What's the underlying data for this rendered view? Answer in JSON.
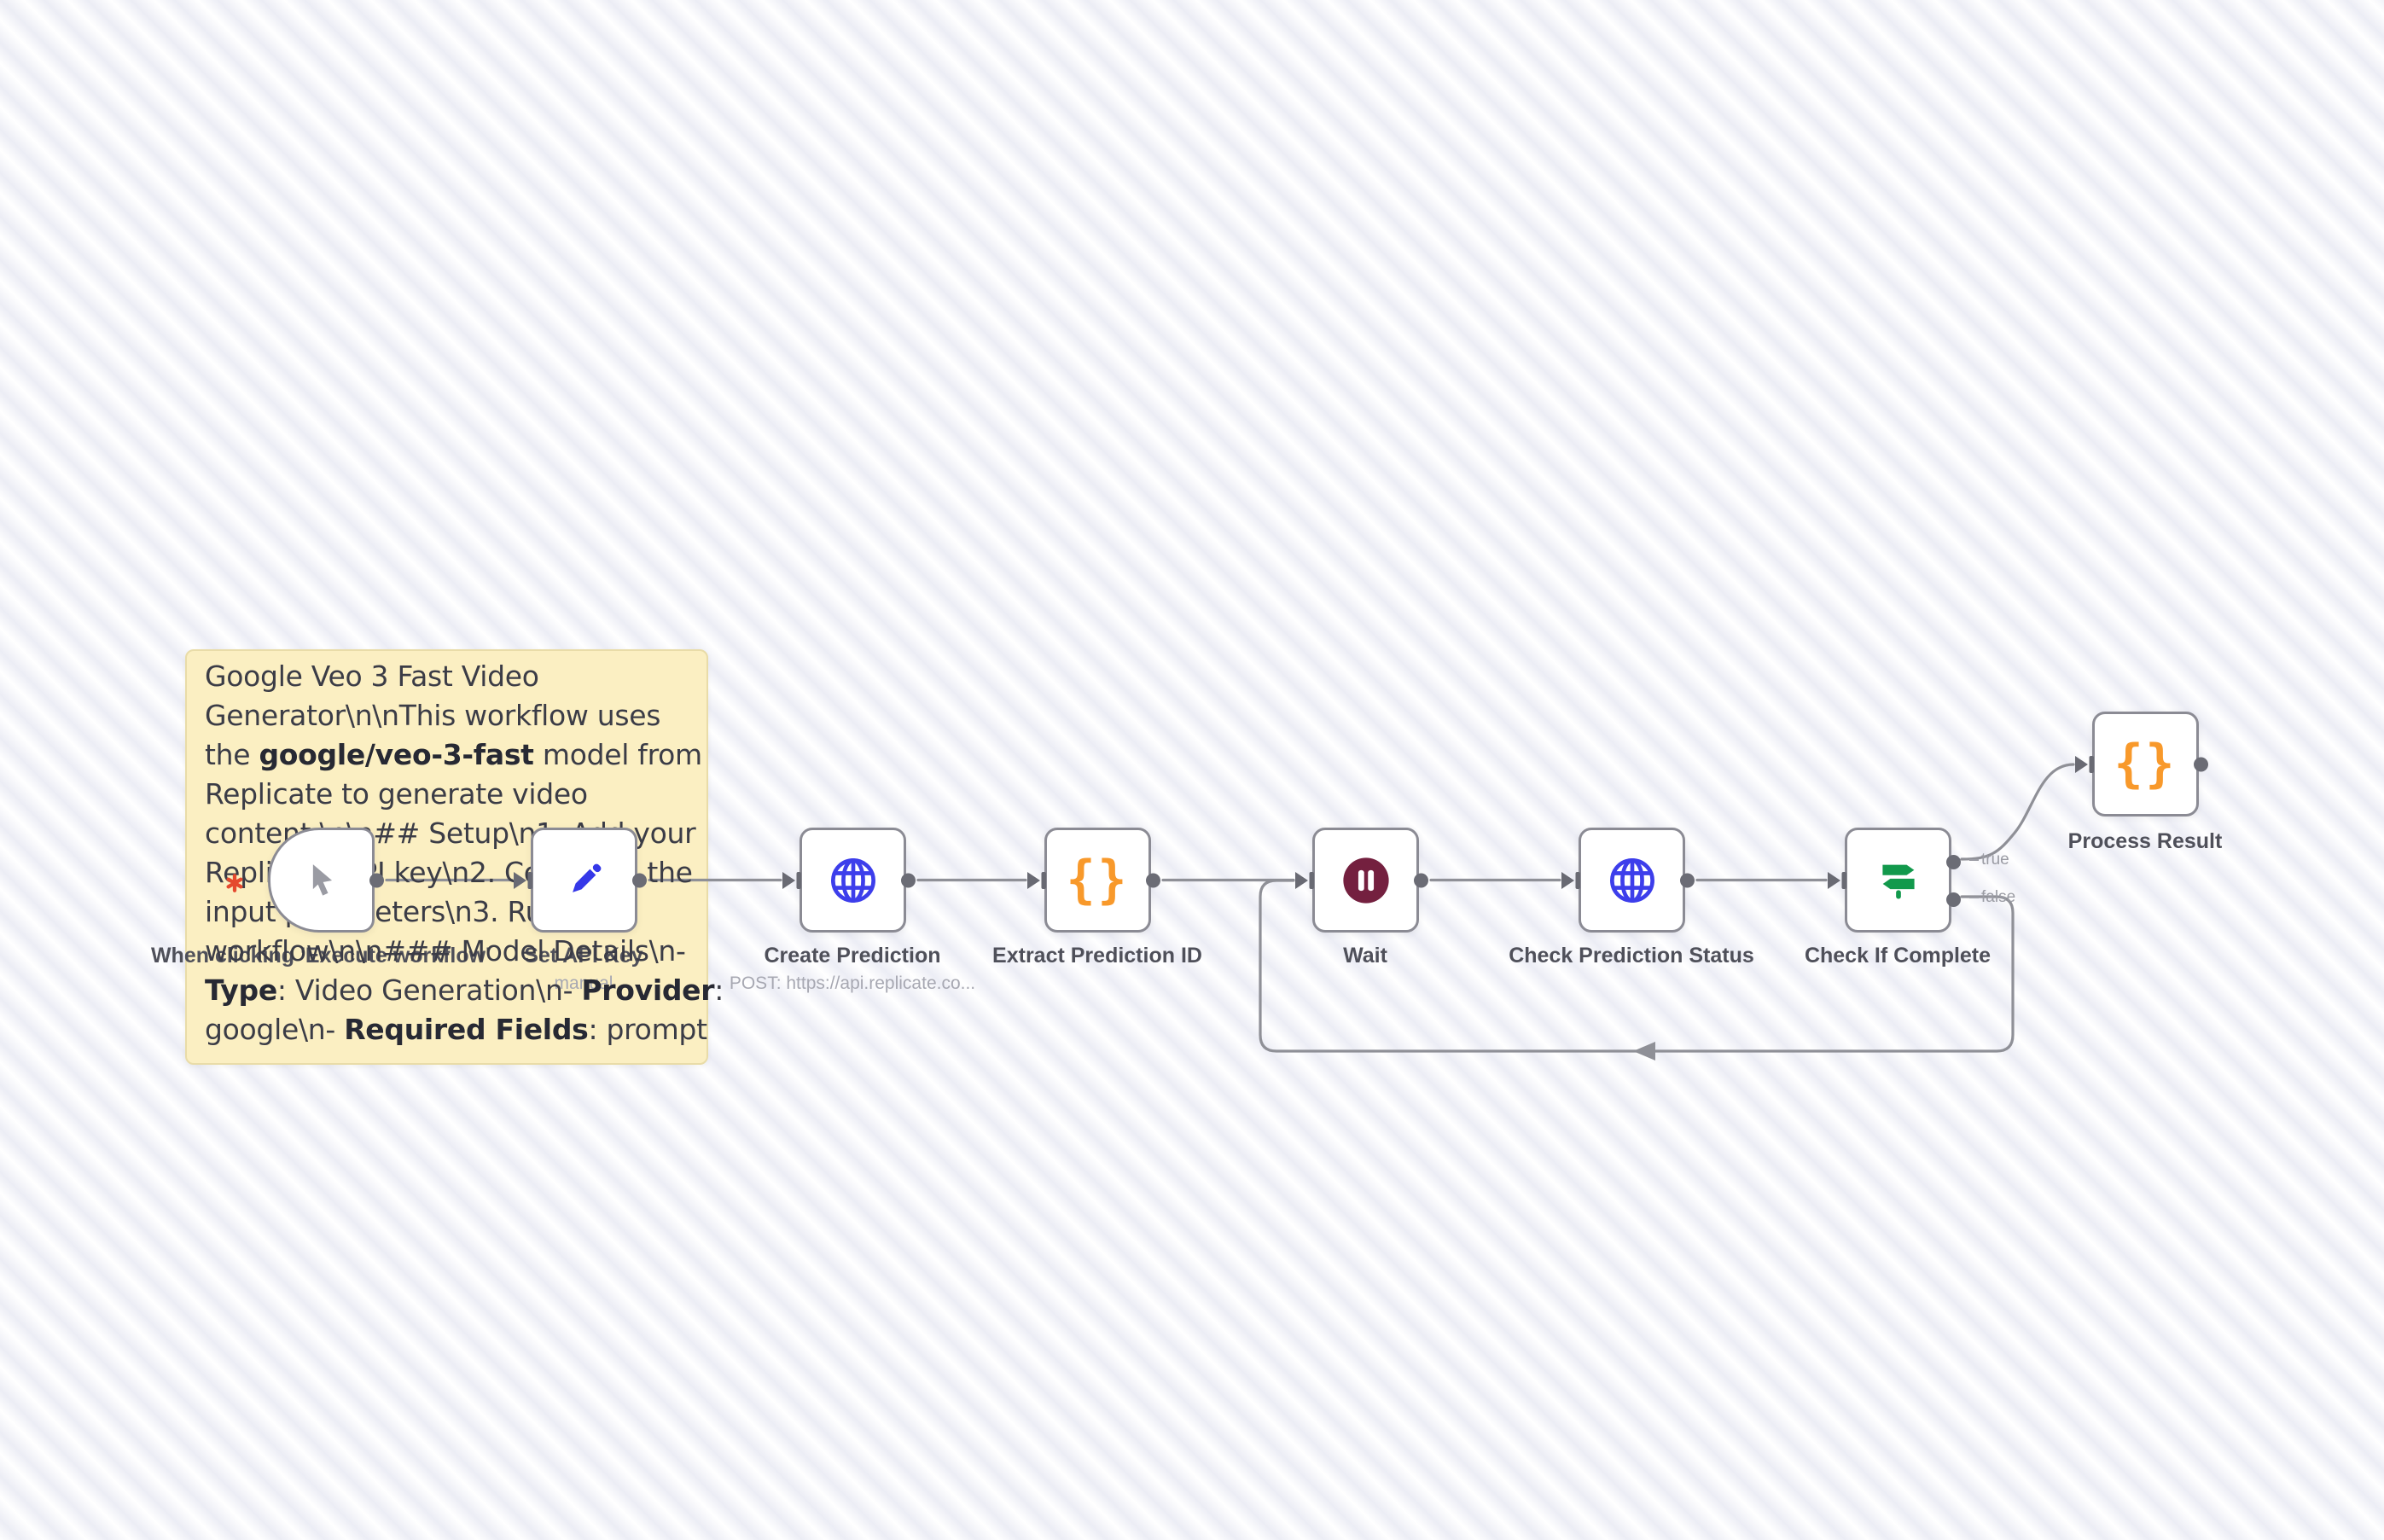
{
  "app": {
    "name": "workflow-canvas"
  },
  "sticky": {
    "bg_color": "#FBEFC2",
    "lines": [
      [
        {
          "t": "Google Veo 3 Fast Video"
        }
      ],
      [
        {
          "t": "Generator\\n\\nThis workflow uses"
        }
      ],
      [
        {
          "t": "the "
        },
        {
          "t": "google/veo-3-fast",
          "b": true
        },
        {
          "t": " model from"
        }
      ],
      [
        {
          "t": "Replicate to generate video"
        }
      ],
      [
        {
          "t": "content.\\n\\n## Setup\\n1. Add your"
        }
      ],
      [
        {
          "t": "Replicate API key\\n2. Configure the"
        }
      ],
      [
        {
          "t": "input parameters\\n3. Run the"
        }
      ],
      [
        {
          "t": "workflow\\n\\n### Model Details\\n-"
        }
      ],
      [
        {
          "t": "Type",
          "b": true
        },
        {
          "t": ": Video Generation\\n- "
        },
        {
          "t": "Provider",
          "b": true
        },
        {
          "t": ":"
        }
      ],
      [
        {
          "t": "google\\n- "
        },
        {
          "t": "Required Fields",
          "b": true
        },
        {
          "t": ": prompt"
        }
      ]
    ]
  },
  "workflow": {
    "nodes": [
      {
        "id": "manual-trigger",
        "label": "When clicking 'Execute workflow'",
        "icon": "cursor"
      },
      {
        "id": "set-api-key",
        "label": "Set API Key",
        "subtitle": "manual",
        "icon": "pencil"
      },
      {
        "id": "create-prediction",
        "label": "Create Prediction",
        "subtitle": "POST: https://api.replicate.co...",
        "icon": "globe"
      },
      {
        "id": "extract-prediction-id",
        "label": "Extract Prediction ID",
        "icon": "code-braces"
      },
      {
        "id": "wait",
        "label": "Wait",
        "icon": "pause"
      },
      {
        "id": "check-prediction-status",
        "label": "Check Prediction Status",
        "icon": "globe"
      },
      {
        "id": "check-if-complete",
        "label": "Check If Complete",
        "icon": "signpost",
        "outputs": [
          "true",
          "false"
        ]
      },
      {
        "id": "process-result",
        "label": "Process Result",
        "icon": "code-braces"
      }
    ],
    "branch_labels": {
      "true": "true",
      "false": "false"
    }
  },
  "icons": {
    "code_braces": "{}"
  },
  "colors": {
    "sticky_bg": "#FBEFC2",
    "sticky_border": "#E9DCA8",
    "connection": "#8F9097",
    "node_border": "#8B8B94",
    "port": "#6B6C75",
    "accent_blue": "#3538E8",
    "accent_orange": "#F8992B",
    "accent_maroon": "#74203F",
    "accent_green": "#12994C",
    "label": "#4F505A",
    "muted": "#A7A8B2",
    "canvas_stripe": "#ECEDF5",
    "error_red": "#E5492E"
  }
}
